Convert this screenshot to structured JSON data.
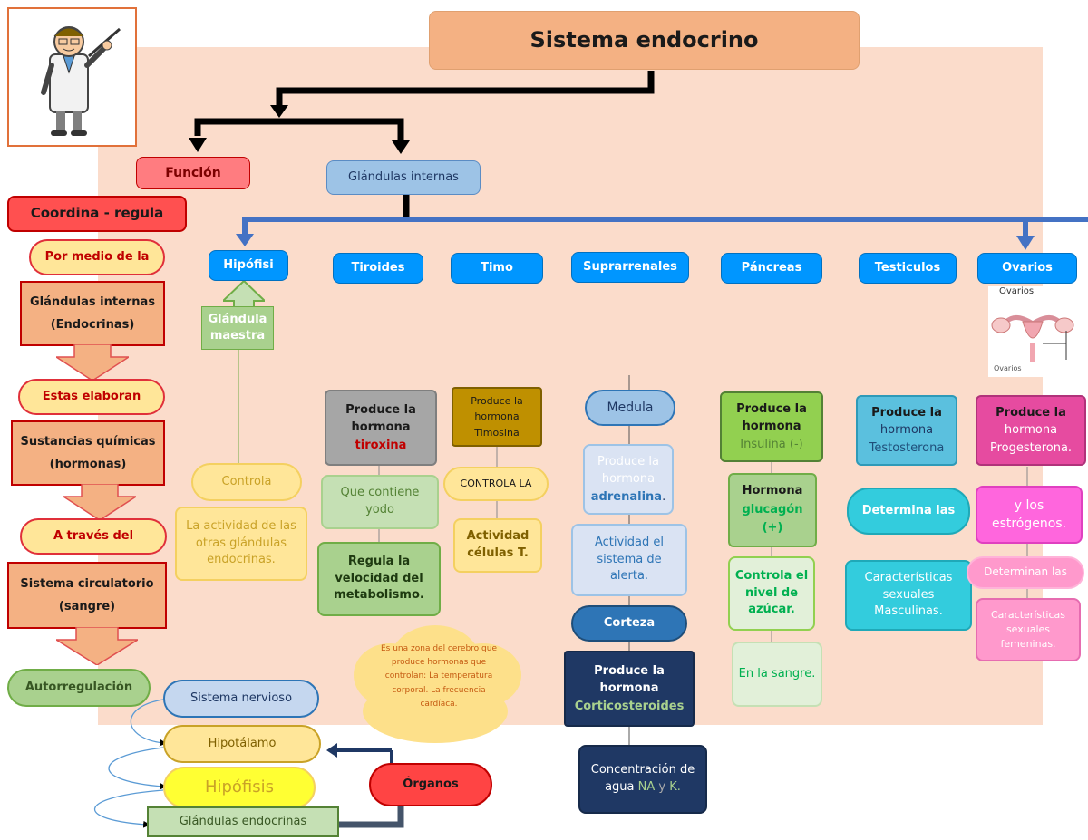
{
  "title": "Sistema endocrino",
  "left": {
    "funcion": "Función",
    "coordina": "Coordina - regula",
    "por_medio": "Por medio de la",
    "glandulas_internas": "Glándulas internas",
    "endocrinas": "(Endocrinas)",
    "estas_elaboran": "Estas elaboran",
    "sustancias": "Sustancias químicas",
    "hormonas": "(hormonas)",
    "a_traves": "A través del",
    "sistema_circulatorio": "Sistema circulatorio",
    "sangre": "(sangre)",
    "autorregulacion": "Autorregulación"
  },
  "glandulas_header": "Glándulas internas",
  "glands": {
    "hipofisi": "Hipófisi",
    "tiroides": "Tiroides",
    "timo": "Timo",
    "suprarrenales": "Suprarrenales",
    "pancreas": "Páncreas",
    "testiculos": "Testiculos",
    "ovarios": "Ovarios"
  },
  "hipofisis_col": {
    "glandula": "Glándula",
    "maestra": "maestra",
    "controla": "Controla",
    "actividad": "La actividad de las otras glándulas endocrinas."
  },
  "tiroides_col": {
    "produce": "Produce la hormona",
    "tiroxina": "tiroxina",
    "contiene": "Que contiene yodo",
    "regula": "Regula la velocidad del metabolismo."
  },
  "timo_col": {
    "produce": "Produce la hormona Timosina",
    "controla": "CONTROLA LA",
    "actividad": "Actividad células T."
  },
  "supra_col": {
    "medula": "Medula",
    "produce": "Produce la hormona",
    "adrenalina": "adrenalina",
    "punto": ".",
    "actividad": "Actividad el sistema de alerta.",
    "corteza": "Corteza",
    "produce2": "Produce la hormona",
    "cortico": "Corticosteroides",
    "concentracion": "Concentración de agua",
    "na": "NA",
    "y": "y",
    "k": "K."
  },
  "pancreas_col": {
    "produce": "Produce la hormona",
    "insulina": "Insulina (-)",
    "hormona": "Hormona",
    "glucagon": "glucagón",
    "plus": "(+)",
    "controla": "Controla el nivel de azúcar.",
    "sangre": "En la sangre."
  },
  "testiculos_col": {
    "produce": "Produce la",
    "hormona": "hormona",
    "testosterona": "Testosterona",
    "determina": "Determina las",
    "caracteristicas": "Características sexuales Masculinas."
  },
  "ovarios_col": {
    "image_label": "Ovarios",
    "image_small": "Ovarios",
    "produce": "Produce la",
    "hormona": "hormona",
    "progesterona": "Progesterona.",
    "estrogenos": "y los estrógenos.",
    "determinan": "Determinan las",
    "caracteristicas": "Características sexuales femeninas."
  },
  "bottom": {
    "sistema_nervioso": "Sistema nervioso",
    "hipotalamo": "Hipotálamo",
    "hipofisis": "Hipófisis",
    "glandulas_endocrinas": "Glándulas endocrinas",
    "organos": "Órganos",
    "cloud_text": "Es una zona del cerebro que produce hormonas que controlan: La temperatura corporal. La frecuencia cardíaca."
  },
  "colors": {
    "accent_orange": "#f4b183",
    "blue": "#0096ff",
    "dark_navy": "#1f3864"
  }
}
